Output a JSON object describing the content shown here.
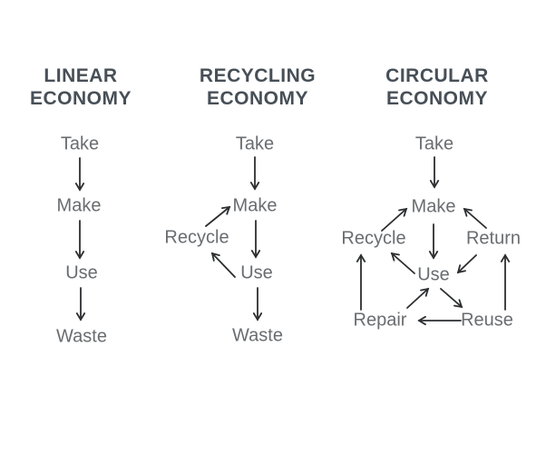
{
  "diagram": {
    "background": "#ffffff",
    "arrow_color": "#2c2e30",
    "title_color": "#474f57",
    "label_color": "#696d70",
    "columns": [
      {
        "title": "LINEAR ECONOMY",
        "title_line1": "LINEAR",
        "title_line2": "ECONOMY",
        "nodes": {
          "take": "Take",
          "make": "Make",
          "use": "Use",
          "waste": "Waste"
        },
        "flows": [
          "Take → Make",
          "Make → Use",
          "Use → Waste"
        ]
      },
      {
        "title": "RECYCLING ECONOMY",
        "title_line1": "RECYCLING",
        "title_line2": "ECONOMY",
        "nodes": {
          "take": "Take",
          "make": "Make",
          "recycle": "Recycle",
          "use": "Use",
          "waste": "Waste"
        },
        "flows": [
          "Take → Make",
          "Make → Use",
          "Use → Waste",
          "Use → Recycle",
          "Recycle → Make"
        ]
      },
      {
        "title": "CIRCULAR ECONOMY",
        "title_line1": "CIRCULAR",
        "title_line2": "ECONOMY",
        "nodes": {
          "take": "Take",
          "make": "Make",
          "recycle": "Recycle",
          "return": "Return",
          "use": "Use",
          "repair": "Repair",
          "reuse": "Reuse"
        },
        "flows": [
          "Take → Make",
          "Make → Use",
          "Recycle → Make",
          "Return → Make",
          "Return → Use",
          "Use → Recycle",
          "Use → Reuse",
          "Repair → Use",
          "Reuse → Repair",
          "Repair → Recycle",
          "Reuse → Return"
        ]
      }
    ]
  }
}
